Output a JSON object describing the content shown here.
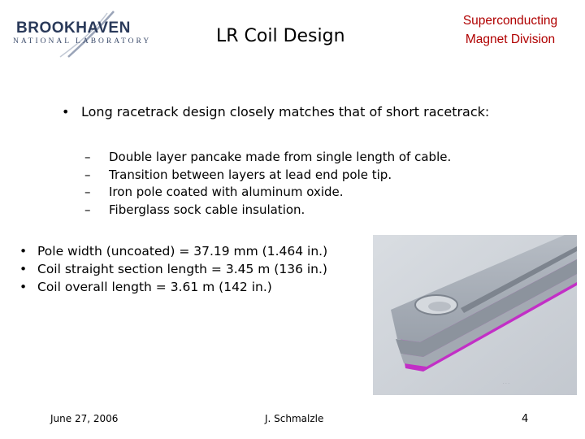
{
  "header": {
    "logo_main": "BROOKHAVEN",
    "logo_sub": "NATIONAL LABORATORY",
    "title": "LR Coil Design",
    "division_line1": "Superconducting",
    "division_line2": "Magnet Division"
  },
  "content": {
    "bullet_symbol": "•",
    "dash_symbol": "–",
    "intro": "Long racetrack design closely matches that of short racetrack:",
    "sub_items": [
      "Double layer pancake made from single length of cable.",
      "Transition between layers at lead end pole tip.",
      "Iron pole coated with aluminum oxide.",
      "Fiberglass sock cable insulation."
    ],
    "main_items": [
      "Pole width (uncoated) = 37.19 mm (1.464 in.)",
      "Coil straight section length = 3.45 m (136 in.)",
      "Coil overall length = 3.61 m (142 in.)"
    ]
  },
  "image": {
    "description_icon": "coil-cad-render-image",
    "colors": {
      "gray": "#a7adb6",
      "magenta": "#d63ad9"
    }
  },
  "footer": {
    "date": "June 27, 2006",
    "author": "J. Schmalzle",
    "page": "4"
  }
}
